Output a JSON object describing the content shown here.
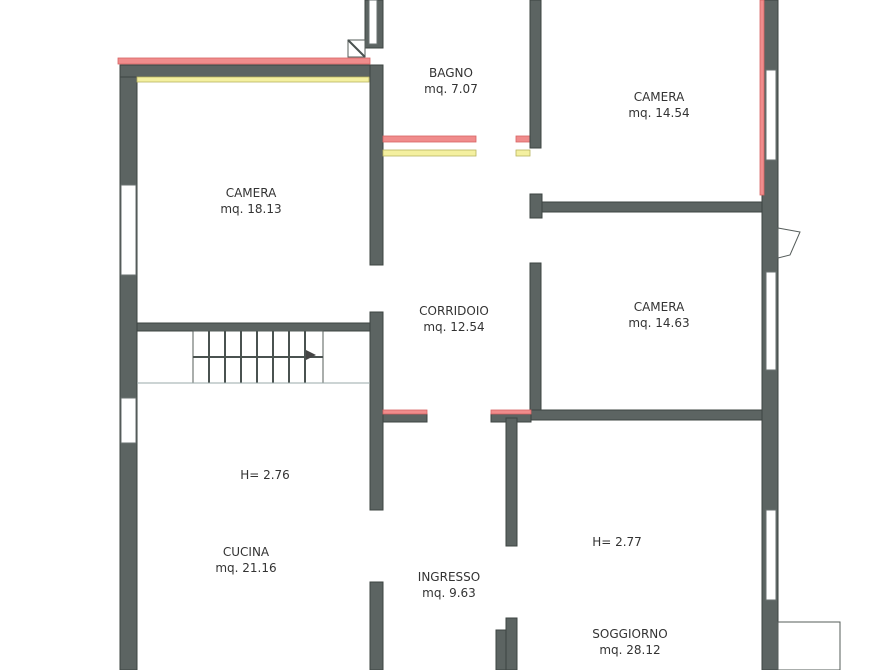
{
  "rooms": {
    "bagno": {
      "name": "BAGNO",
      "area": "mq. 7.07"
    },
    "camera_top_right": {
      "name": "CAMERA",
      "area": "mq. 14.54"
    },
    "camera_left": {
      "name": "CAMERA",
      "area": "mq. 18.13"
    },
    "corridoio": {
      "name": "CORRIDOIO",
      "area": "mq. 12.54"
    },
    "camera_middle_right": {
      "name": "CAMERA",
      "area": "mq. 14.63"
    },
    "cucina": {
      "name": "CUCINA",
      "area": "mq. 21.16"
    },
    "ingresso": {
      "name": "INGRESSO",
      "area": "mq. 9.63"
    },
    "soggiorno": {
      "name": "SOGGIORNO",
      "area": "mq. 28.12"
    }
  },
  "heights": {
    "cucina": "H= 2.76",
    "soggiorno": "H= 2.77"
  },
  "colors": {
    "wall": "#5c6462",
    "demolition": "#f08c8c",
    "construction": "#f4f0a0"
  }
}
